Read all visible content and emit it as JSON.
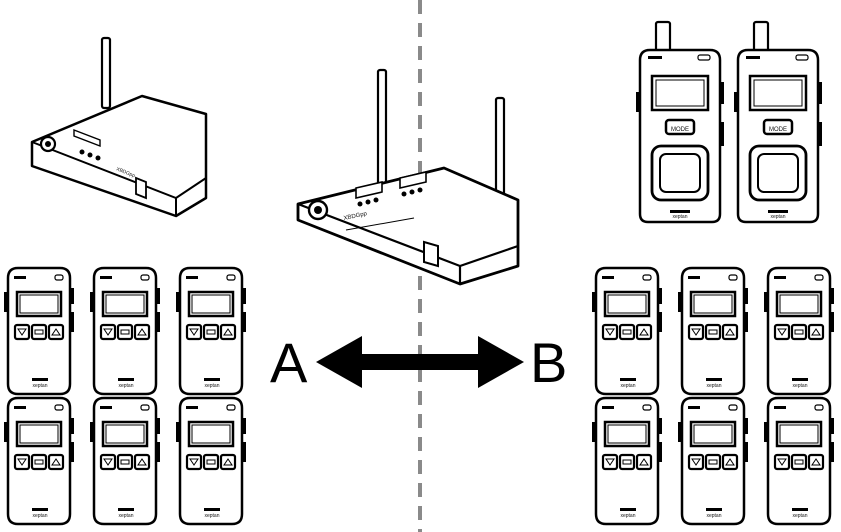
{
  "labels": {
    "left": "A",
    "right": "B"
  },
  "device_brand": "xeptan",
  "device_model_text": "XBDGpp",
  "transceiver_button": "MODE",
  "receiver_group_a_count": 6,
  "receiver_group_b_count": 6,
  "transceiver_count": 2,
  "colors": {
    "line": "#000000",
    "divider": "#8a8a8a",
    "background": "#ffffff"
  }
}
